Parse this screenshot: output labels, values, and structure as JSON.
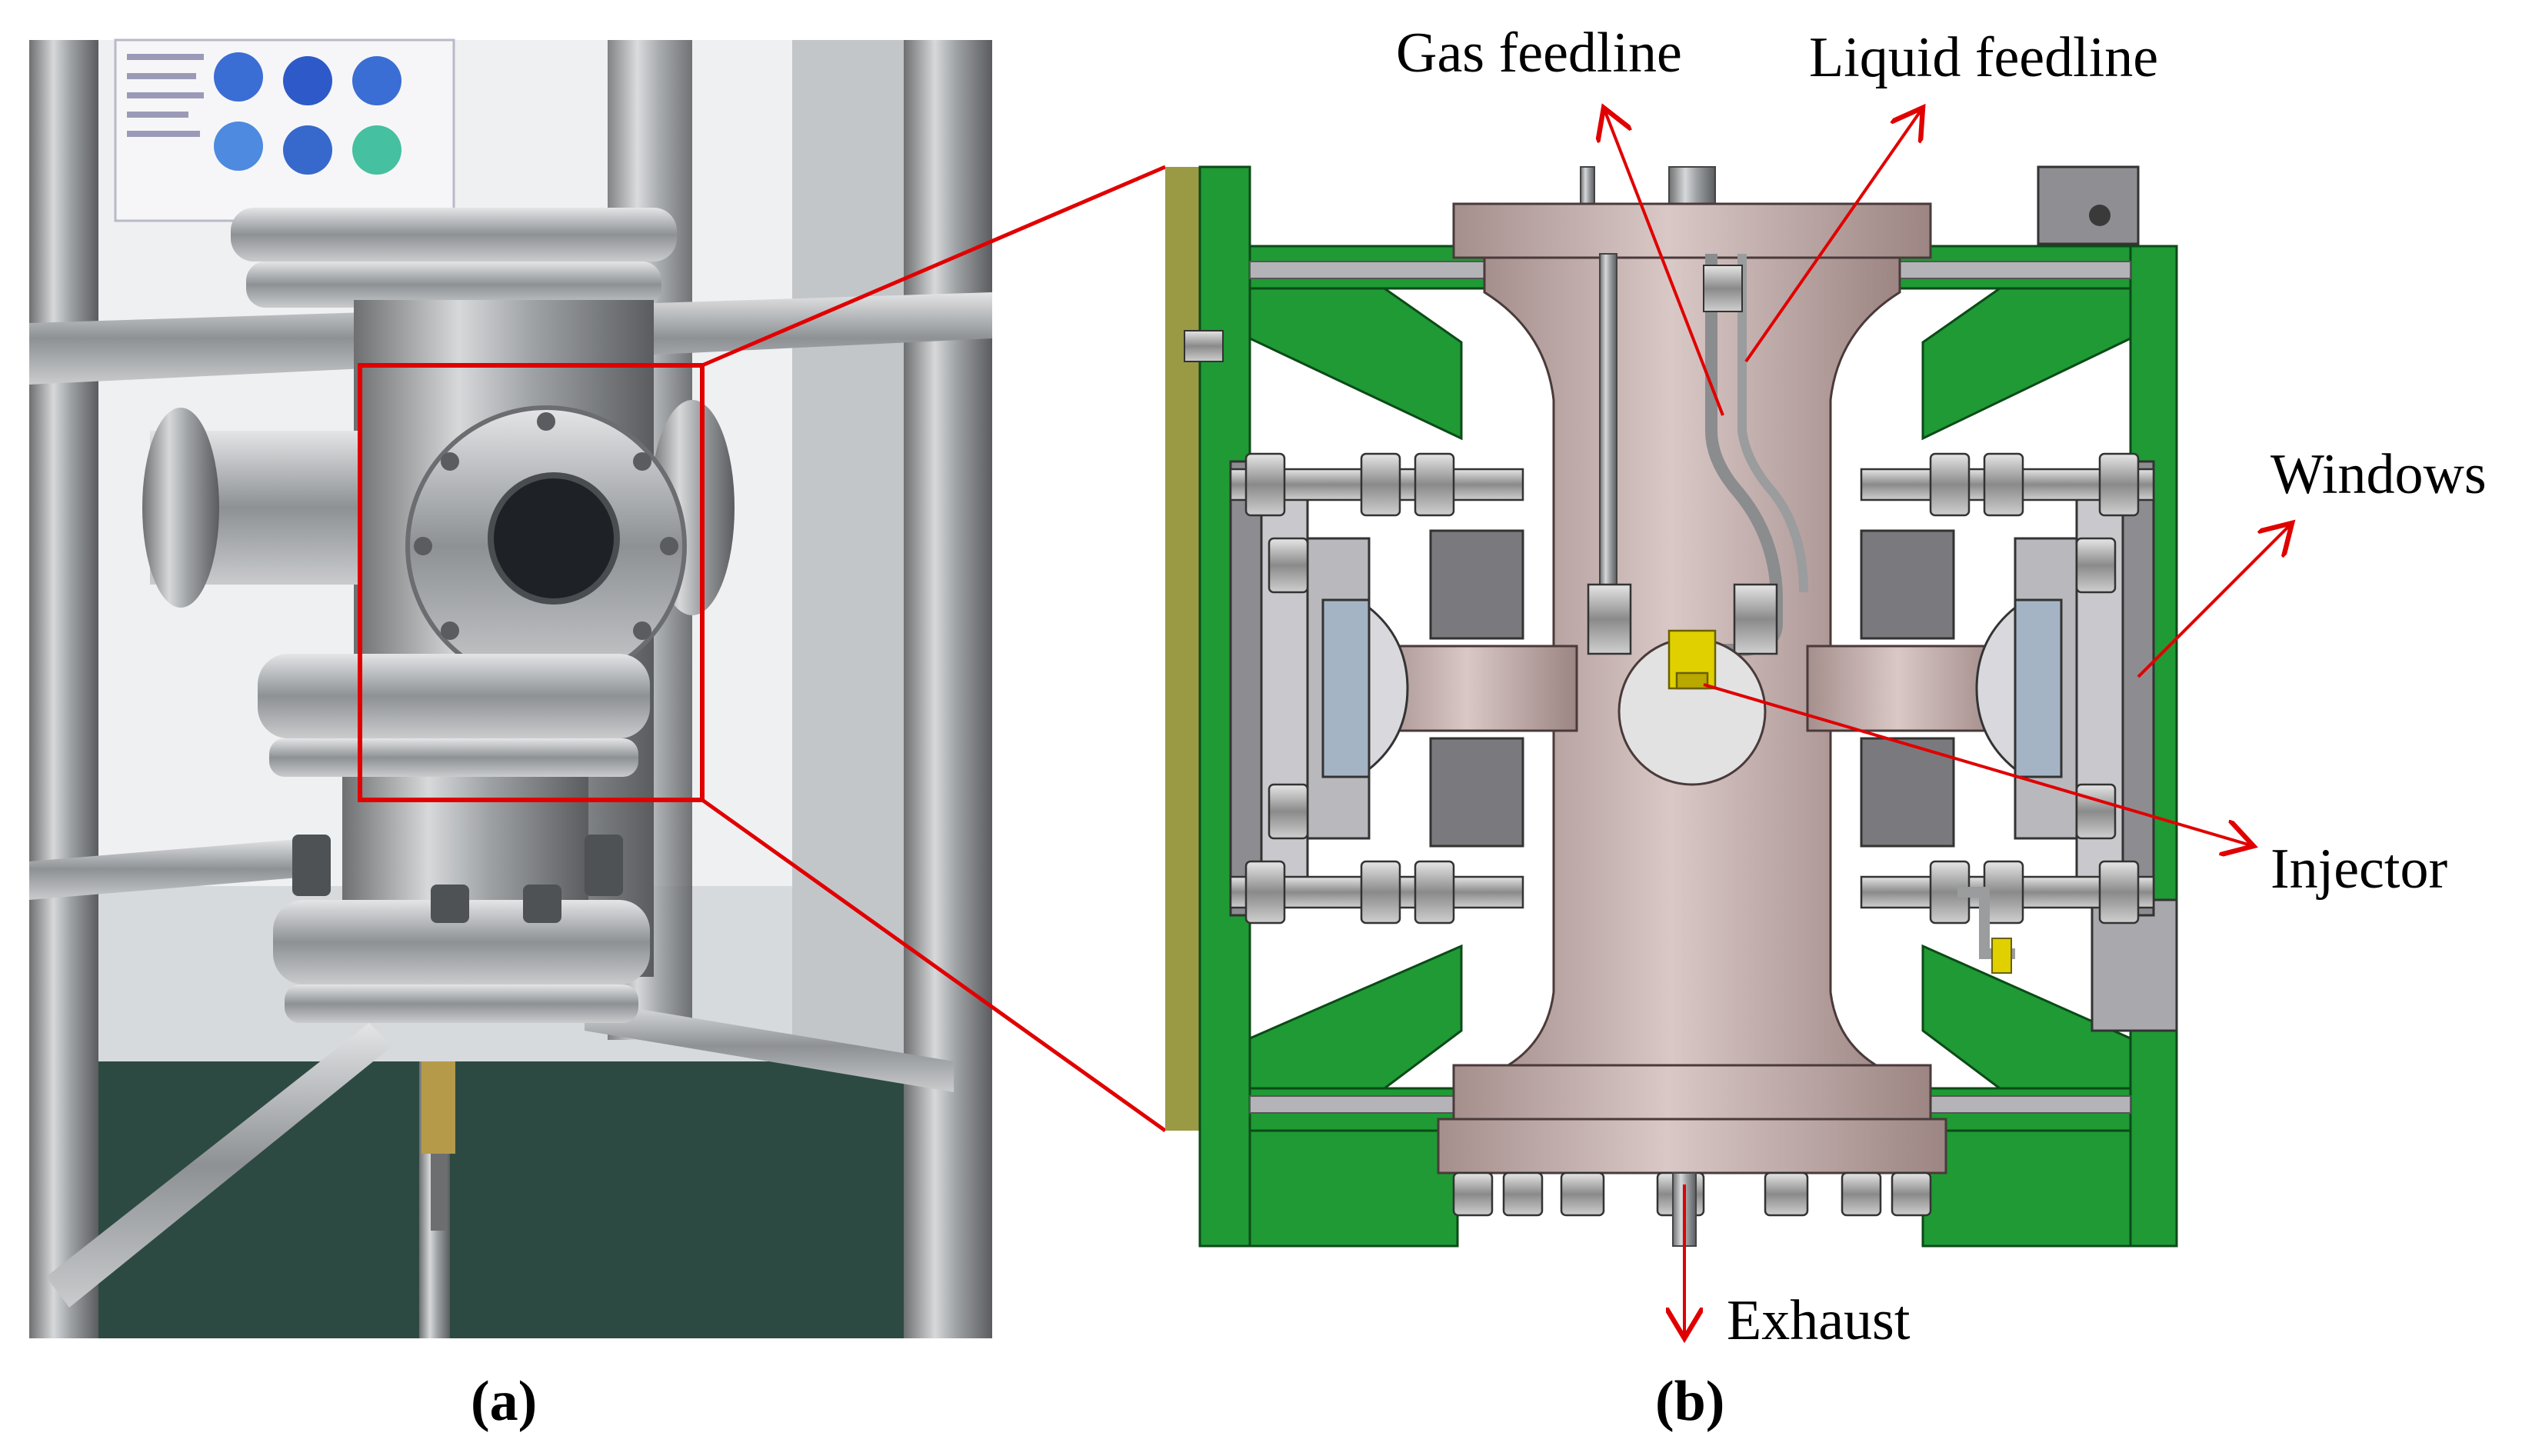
{
  "panel_a": {
    "caption": "(a)"
  },
  "panel_b": {
    "caption": "(b)",
    "labels": {
      "gas_feedline": "Gas feedline",
      "liquid_feedline": "Liquid feedline",
      "windows": "Windows",
      "injector": "Injector",
      "exhaust": "Exhaust"
    }
  },
  "colors": {
    "callout_red": "#e00000",
    "frame_green": "#1f9a35",
    "steel_body": "#bfaaa8",
    "injector_yellow": "#e0d000",
    "photo_floor": "#2d4a42"
  }
}
